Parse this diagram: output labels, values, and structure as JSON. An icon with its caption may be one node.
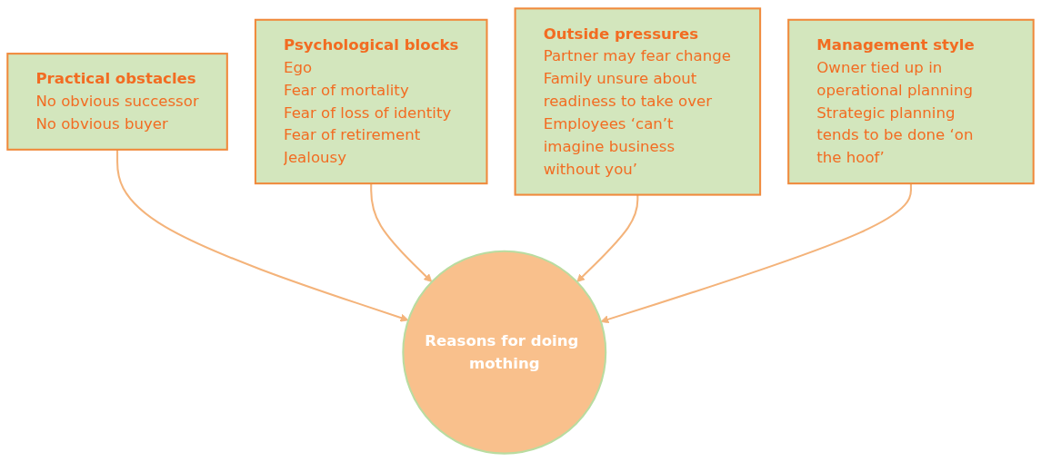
{
  "diagram": {
    "nodes": [
      {
        "text": [
          "Practical obstacles",
          "No obvious successor",
          "No obvious buyer"
        ]
      },
      {
        "text": [
          "Psychological blocks",
          "Ego",
          "Fear of mortality",
          "Fear of loss of identity",
          "Fear of retirement",
          "Jealousy"
        ]
      },
      {
        "text": [
          "Reasons for doing mothing"
        ]
      },
      {
        "text": [
          "Outside pressures",
          "Partner may fear change",
          "Family unsure about readiness to take over",
          "Employees ‘can’t imagine business without you’"
        ]
      },
      {
        "text": [
          "Management style",
          "Owner tied up in operational planning",
          "Strategic planning tends to be done ‘on the hoof’"
        ]
      }
    ],
    "edges": [
      {
        "from": 0,
        "to": 2,
        "arrow": "to"
      },
      {
        "from": 1,
        "to": 2,
        "arrow": "to"
      },
      {
        "from": 3,
        "to": 2,
        "arrow": "to"
      },
      {
        "from": 4,
        "to": 2,
        "arrow": "to"
      }
    ]
  }
}
